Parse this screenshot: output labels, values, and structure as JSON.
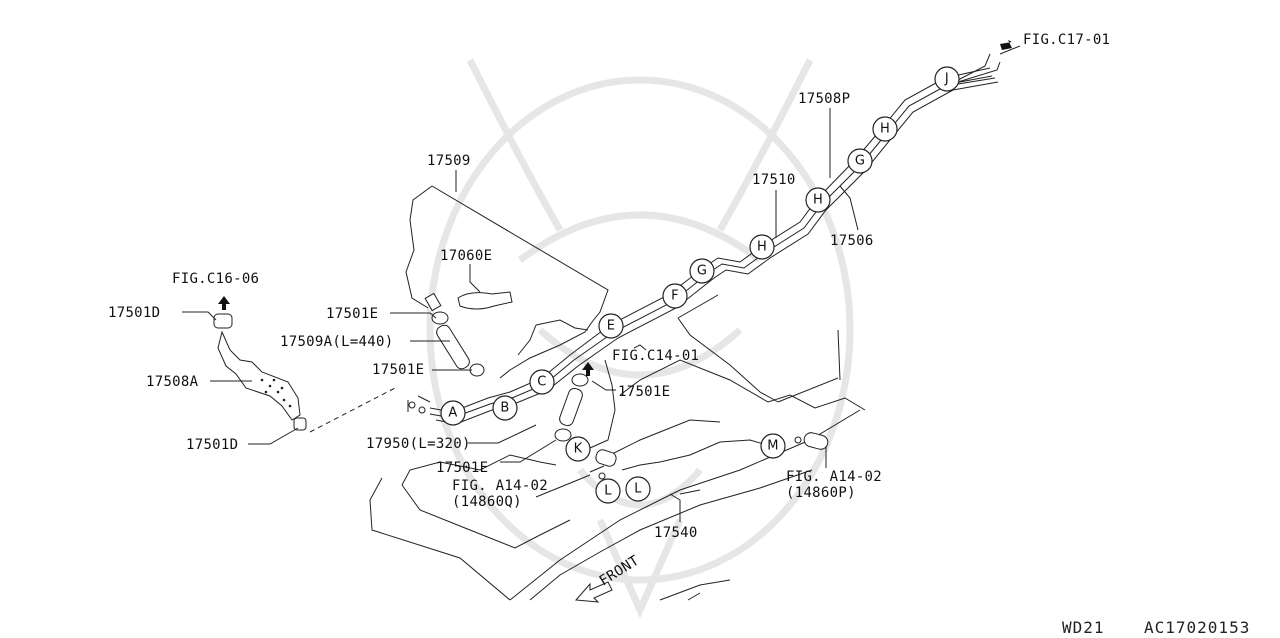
{
  "parts": {
    "p17509": "17509",
    "p17060E": "17060E",
    "p17501E_top": "17501E",
    "p17509A": "17509A(L=440)",
    "p17501E_mid": "17501E",
    "p17501E_right": "17501E",
    "p17950": "17950(L=320)",
    "p17501E_bottom": "17501E",
    "p17501D_top": "17501D",
    "p17508A": "17508A",
    "p17501D_bottom": "17501D",
    "p17508P": "17508P",
    "p17510": "17510",
    "p17506": "17506",
    "p17540": "17540"
  },
  "refs": {
    "fig_c16": "FIG.C16-06",
    "fig_c17": "FIG.C17-01",
    "fig_c14": "FIG.C14-01",
    "fig_a14_left": "FIG. A14-02",
    "fig_a14_left_part": "(14860Q)",
    "fig_a14_right": "FIG. A14-02",
    "fig_a14_right_part": "(14860P)",
    "front": "FRONT"
  },
  "clamps": {
    "A": "A",
    "B": "B",
    "C": "C",
    "E": "E",
    "F": "F",
    "G1": "G",
    "H1": "H",
    "H2": "H",
    "G2": "G",
    "H3": "H",
    "J": "J",
    "K": "K",
    "L1": "L",
    "L2": "L",
    "M": "M"
  },
  "footer": {
    "model": "WD21",
    "code": "AC17020153"
  }
}
